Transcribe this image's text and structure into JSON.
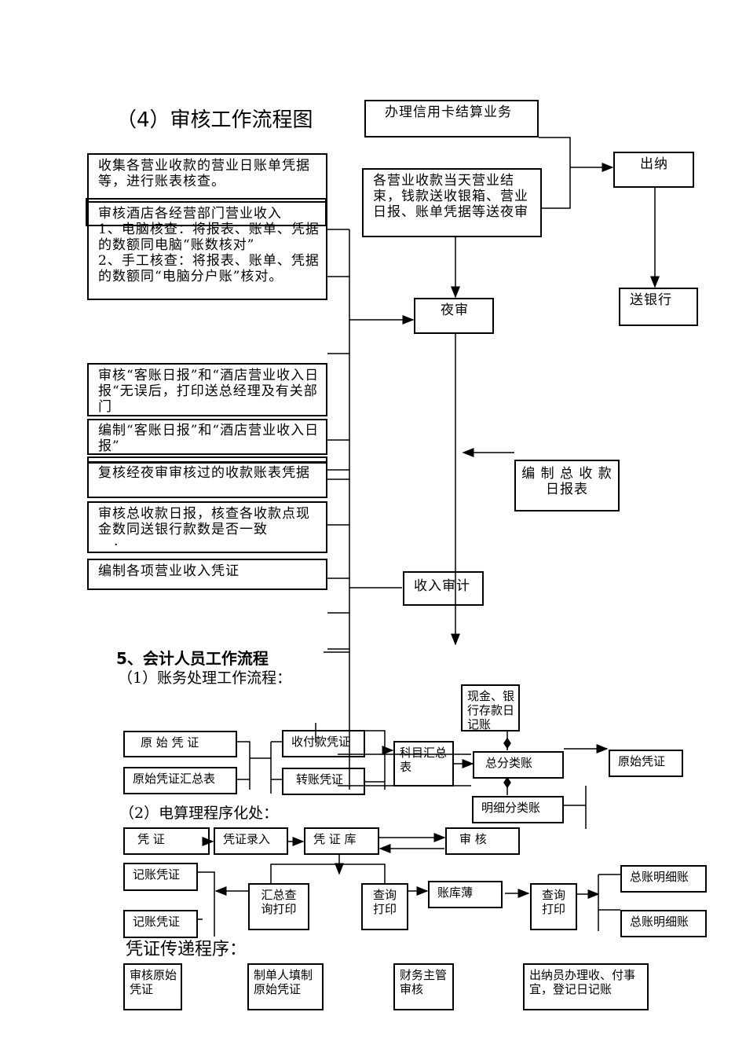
{
  "section4": {
    "title": "（4）审核工作流程图",
    "credit_card": "办理信用卡结算业务",
    "cashier": "出纳",
    "cashbox": "各营业收款当天营业结束，钱款送收银箱、营业日报、账单凭据等送夜审",
    "bank": "送银行",
    "night_audit": "夜审",
    "step1": "收集各营业收款的营业日账单凭据等，进行账表核查。",
    "step2": "审核酒店各经营部门营业收入\n1、电脑核查：将报表、账单、凭据的数额同电脑“账数核对”\n2、手工核查：将报表、账单、凭据的数额同“电脑分户账”核对。",
    "step3": "审核“客账日报”和“酒店营业收入日报“无误后，打印送总经理及有关部门",
    "step4": "编制“客账日报”和“酒店营业收入日报”",
    "step5": "复核经夜审审核过的收款账表凭据",
    "step6": "审核总收款日报，核查各收款点现金数同送银行款数是否一致",
    "step6_mark": "·",
    "step7": "编制各项营业收入凭证",
    "total_report": "编 制 总 收 款 日报表",
    "revenue_audit": "收入审计"
  },
  "section5": {
    "title": "5、会计人员工作流程",
    "sub1": "（1）账务处理工作流程：",
    "original_voucher": "原 始 凭 证",
    "voucher_summary": "原始凭证汇总表",
    "receipt_voucher": "收付款凭证",
    "transfer_voucher": "转账凭证",
    "account_summary": "科目汇总表",
    "journal": "现金、银行存款日记账",
    "general_ledger": "总分类账",
    "detail_ledger": "明细分类账",
    "original_voucher_right": "原始凭证",
    "sub2": "（2）电算理程序化处：",
    "voucher": "凭 证",
    "voucher_entry": "凭证录入",
    "voucher_db": "凭 证 库",
    "review": "审 核",
    "posting_voucher_1": "记账凭证",
    "posting_voucher_2": "记账凭证",
    "summary_query": "汇总查询打印",
    "query_print_1": "查询打印",
    "ledger_book": "账库薄",
    "query_print_2": "查询打印",
    "gl_detail_1": "总账明细账",
    "gl_detail_2": "总账明细账",
    "sub3": "凭证传递程序：",
    "flow_1": "审核原始凭证",
    "flow_2": "制单人填制原始凭证",
    "flow_3": "财务主管审核",
    "flow_4": "出纳员办理收、付事宜，登记日记账"
  }
}
